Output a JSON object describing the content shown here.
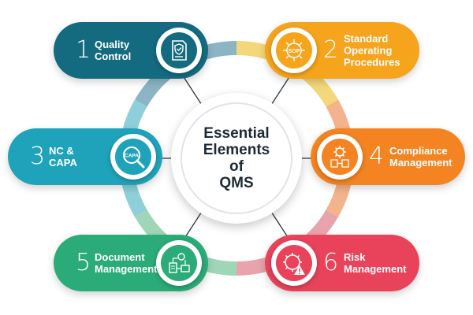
{
  "title": "Essential\nElements\nof\nQMS",
  "elements": [
    {
      "number": "1",
      "label": "Quality\nControl",
      "color": "#146b7f",
      "icon": "quality-control-icon"
    },
    {
      "number": "2",
      "label": "Standard\nOperating\nProcedures",
      "color": "#f6a41c",
      "icon": "sop-icon",
      "icon_text": "SOP"
    },
    {
      "number": "3",
      "label": "NC &\nCAPA",
      "color": "#1fa3ba",
      "icon": "capa-magnifier-icon",
      "icon_text": "CAPA"
    },
    {
      "number": "4",
      "label": "Compliance\nManagement",
      "color": "#f48422",
      "icon": "compliance-gear-icon"
    },
    {
      "number": "5",
      "label": "Document\nManagement",
      "color": "#2aab77",
      "icon": "document-flow-icon"
    },
    {
      "number": "6",
      "label": "Risk\nManagement",
      "color": "#e8435a",
      "icon": "risk-warning-icon"
    }
  ],
  "ring_colors": [
    "#f3d77a",
    "#f3b48d",
    "#e9a3ab",
    "#9fd6b8",
    "#8fcfd9",
    "#8bb5c4"
  ],
  "connector_color": "#2b3540"
}
